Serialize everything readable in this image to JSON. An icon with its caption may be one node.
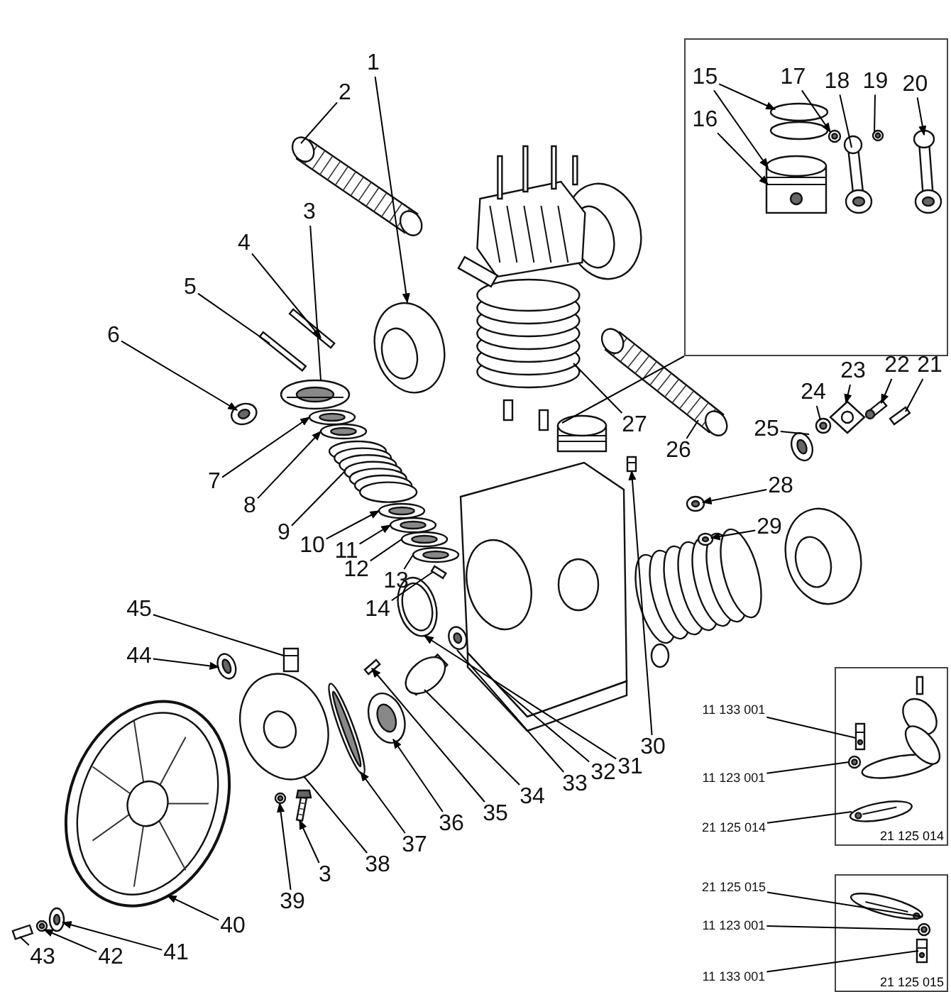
{
  "diagram": {
    "nodes": [
      {
        "text": [],
        "shape": "box"
      },
      {
        "text": [
          "15"
        ],
        "in": 0
      },
      {
        "text": [
          "16"
        ],
        "in": 0
      },
      {
        "text": [
          "17"
        ],
        "in": 0
      },
      {
        "text": [
          "18"
        ],
        "in": 0
      },
      {
        "text": [
          "19"
        ],
        "in": 0
      },
      {
        "text": [
          "20"
        ],
        "in": 0
      },
      {
        "text": [
          "1"
        ]
      },
      {
        "text": [
          "2"
        ]
      },
      {
        "text": [
          "3"
        ]
      },
      {
        "text": [
          "4"
        ]
      },
      {
        "text": [
          "5"
        ]
      },
      {
        "text": [
          "6"
        ]
      },
      {
        "text": [
          "7"
        ]
      },
      {
        "text": [
          "8"
        ]
      },
      {
        "text": [
          "9"
        ]
      },
      {
        "text": [
          "10"
        ]
      },
      {
        "text": [
          "11"
        ]
      },
      {
        "text": [
          "12"
        ]
      },
      {
        "text": [
          "13"
        ]
      },
      {
        "text": [
          "14"
        ]
      },
      {
        "text": [
          "27"
        ]
      },
      {
        "text": [
          "26"
        ]
      },
      {
        "text": [
          "24"
        ]
      },
      {
        "text": [
          "23"
        ]
      },
      {
        "text": [
          "22"
        ]
      },
      {
        "text": [
          "21"
        ]
      },
      {
        "text": [
          "25"
        ]
      },
      {
        "text": [
          "28"
        ]
      },
      {
        "text": [
          "29"
        ]
      },
      {
        "text": [
          "45"
        ]
      },
      {
        "text": [
          "44"
        ]
      },
      {
        "text": [
          "30"
        ]
      },
      {
        "text": [
          "31"
        ]
      },
      {
        "text": [
          "32"
        ]
      },
      {
        "text": [
          "33"
        ]
      },
      {
        "text": [
          "34"
        ]
      },
      {
        "text": [
          "35"
        ]
      },
      {
        "text": [
          "36"
        ]
      },
      {
        "text": [
          "37"
        ]
      },
      {
        "text": [
          "38"
        ]
      },
      {
        "text": [
          "3"
        ]
      },
      {
        "text": [
          "39"
        ]
      },
      {
        "text": [
          "40"
        ]
      },
      {
        "text": [
          "41"
        ]
      },
      {
        "text": [
          "42"
        ]
      },
      {
        "text": [
          "43"
        ]
      },
      {
        "text": [
          "21 125 014"
        ]
      },
      {
        "text": [
          "11 133 001"
        ]
      },
      {
        "text": [
          "11 123 001"
        ]
      },
      {
        "text": [
          "21 125 014"
        ]
      },
      {
        "text": [
          "21 125 015"
        ]
      },
      {
        "text": [
          "21 125 015"
        ]
      },
      {
        "text": [
          "11 123 001"
        ]
      },
      {
        "text": [
          "11 133 001"
        ]
      },
      {
        "text": [],
        "shape": "picture",
        "in": 0
      },
      {
        "text": [],
        "shape": "picture",
        "in": 0
      },
      {
        "text": [],
        "shape": "picture"
      },
      {
        "text": [],
        "shape": "picture"
      },
      {
        "text": [],
        "shape": "picture"
      },
      {
        "text": [],
        "shape": "picture"
      },
      {
        "text": [],
        "shape": "picture"
      },
      {
        "text": [],
        "shape": "picture"
      },
      {
        "text": [],
        "shape": "picture",
        "in": 47
      },
      {
        "text": [],
        "shape": "picture",
        "in": 47
      },
      {
        "text": [],
        "shape": "picture",
        "in": 47
      },
      {
        "text": [],
        "shape": "picture",
        "in": 51
      },
      {
        "text": [],
        "shape": "picture",
        "in": 51
      },
      {
        "text": [],
        "shape": "picture",
        "in": 51
      },
      {
        "text": [],
        "shape": "picture",
        "in": 0
      },
      {
        "text": [],
        "shape": "picture"
      },
      {
        "text": [],
        "shape": "picture",
        "in": 0
      },
      {
        "text": [],
        "shape": "picture",
        "in": 0
      },
      {
        "text": [],
        "shape": "picture",
        "in": 0
      },
      {
        "text": [],
        "shape": "picture"
      },
      {
        "text": [],
        "shape": "picture"
      },
      {
        "text": [],
        "shape": "picture"
      },
      {
        "text": [],
        "shape": "picture"
      },
      {
        "text": [],
        "shape": "picture"
      },
      {
        "text": [],
        "shape": "picture"
      },
      {
        "text": [],
        "shape": "picture"
      },
      {
        "text": [],
        "shape": "picture"
      },
      {
        "text": [],
        "shape": "picture"
      },
      {
        "text": [],
        "shape": "picture"
      },
      {
        "text": [],
        "shape": "picture"
      },
      {
        "text": [],
        "shape": "picture"
      },
      {
        "text": [],
        "shape": "picture"
      },
      {
        "text": [],
        "shape": "picture"
      },
      {
        "text": [],
        "shape": "picture"
      },
      {
        "text": [],
        "shape": "picture"
      },
      {
        "text": [],
        "shape": "picture"
      },
      {
        "text": [],
        "shape": "picture"
      },
      {
        "text": [],
        "shape": "picture"
      },
      {
        "text": [],
        "shape": "picture"
      },
      {
        "text": [],
        "shape": "picture"
      },
      {
        "text": [],
        "shape": "picture"
      },
      {
        "text": [],
        "shape": "picture"
      },
      {
        "text": [],
        "shape": "picture"
      },
      {
        "text": [],
        "shape": "picture"
      },
      {
        "text": [],
        "shape": "picture"
      },
      {
        "text": [],
        "shape": "picture"
      },
      {
        "text": [],
        "shape": "picture"
      },
      {
        "text": [],
        "shape": "picture"
      },
      {
        "text": [],
        "shape": "picture"
      },
      {
        "text": [],
        "shape": "picture"
      },
      {
        "text": [],
        "shape": "picture"
      },
      {
        "text": [],
        "shape": "picture"
      },
      {
        "text": [],
        "shape": "picture"
      }
    ],
    "edges": [
      {
        "from": 1,
        "to": 55,
        "arrow": "to"
      },
      {
        "from": 1,
        "to": 56,
        "arrow": "to"
      },
      {
        "from": 2,
        "to": 56,
        "arrow": "to"
      },
      {
        "from": 3,
        "to": 69,
        "arrow": "to"
      },
      {
        "from": 4,
        "to": 71,
        "arrow": "none"
      },
      {
        "from": 5,
        "to": 72,
        "arrow": "none"
      },
      {
        "from": 6,
        "to": 73,
        "arrow": "to"
      },
      {
        "from": 0,
        "to": 57,
        "arrow": "none"
      },
      {
        "from": 7,
        "to": 74,
        "arrow": "to"
      },
      {
        "from": 8,
        "to": 75,
        "arrow": "none"
      },
      {
        "from": 9,
        "to": 76,
        "arrow": "none"
      },
      {
        "from": 10,
        "to": 77,
        "arrow": "to"
      },
      {
        "from": 11,
        "to": 78,
        "arrow": "none"
      },
      {
        "from": 12,
        "to": 58,
        "arrow": "to"
      },
      {
        "from": 13,
        "to": 79,
        "arrow": "to"
      },
      {
        "from": 14,
        "to": 80,
        "arrow": "to"
      },
      {
        "from": 15,
        "to": 81,
        "arrow": "none"
      },
      {
        "from": 16,
        "to": 59,
        "arrow": "to"
      },
      {
        "from": 17,
        "to": 82,
        "arrow": "to"
      },
      {
        "from": 18,
        "to": 83,
        "arrow": "none"
      },
      {
        "from": 19,
        "to": 84,
        "arrow": "none"
      },
      {
        "from": 20,
        "to": 85,
        "arrow": "none"
      },
      {
        "from": 21,
        "to": 86,
        "arrow": "none"
      },
      {
        "from": 22,
        "to": 87,
        "arrow": "none"
      },
      {
        "from": 23,
        "to": 60,
        "arrow": "none"
      },
      {
        "from": 24,
        "to": 61,
        "arrow": "to"
      },
      {
        "from": 25,
        "to": 62,
        "arrow": "to"
      },
      {
        "from": 26,
        "to": 88,
        "arrow": "none"
      },
      {
        "from": 27,
        "to": 70,
        "arrow": "none"
      },
      {
        "from": 28,
        "to": 89,
        "arrow": "to"
      },
      {
        "from": 29,
        "to": 90,
        "arrow": "to"
      },
      {
        "from": 30,
        "to": 91,
        "arrow": "none"
      },
      {
        "from": 31,
        "to": 92,
        "arrow": "to"
      },
      {
        "from": 32,
        "to": 93,
        "arrow": "to"
      },
      {
        "from": 33,
        "to": 94,
        "arrow": "to"
      },
      {
        "from": 34,
        "to": 95,
        "arrow": "none"
      },
      {
        "from": 35,
        "to": 96,
        "arrow": "none"
      },
      {
        "from": 36,
        "to": 97,
        "arrow": "none"
      },
      {
        "from": 37,
        "to": 98,
        "arrow": "to"
      },
      {
        "from": 38,
        "to": 99,
        "arrow": "to"
      },
      {
        "from": 39,
        "to": 100,
        "arrow": "to"
      },
      {
        "from": 40,
        "to": 101,
        "arrow": "none"
      },
      {
        "from": 41,
        "to": 102,
        "arrow": "to"
      },
      {
        "from": 42,
        "to": 103,
        "arrow": "to"
      },
      {
        "from": 43,
        "to": 104,
        "arrow": "to"
      },
      {
        "from": 44,
        "to": 105,
        "arrow": "to"
      },
      {
        "from": 45,
        "to": 106,
        "arrow": "to"
      },
      {
        "from": 46,
        "to": 107,
        "arrow": "none"
      },
      {
        "from": 48,
        "to": 63,
        "arrow": "none"
      },
      {
        "from": 49,
        "to": 64,
        "arrow": "none"
      },
      {
        "from": 50,
        "to": 65,
        "arrow": "none"
      },
      {
        "from": 52,
        "to": 66,
        "arrow": "none"
      },
      {
        "from": 53,
        "to": 67,
        "arrow": "none"
      },
      {
        "from": 54,
        "to": 68,
        "arrow": "none"
      }
    ]
  }
}
